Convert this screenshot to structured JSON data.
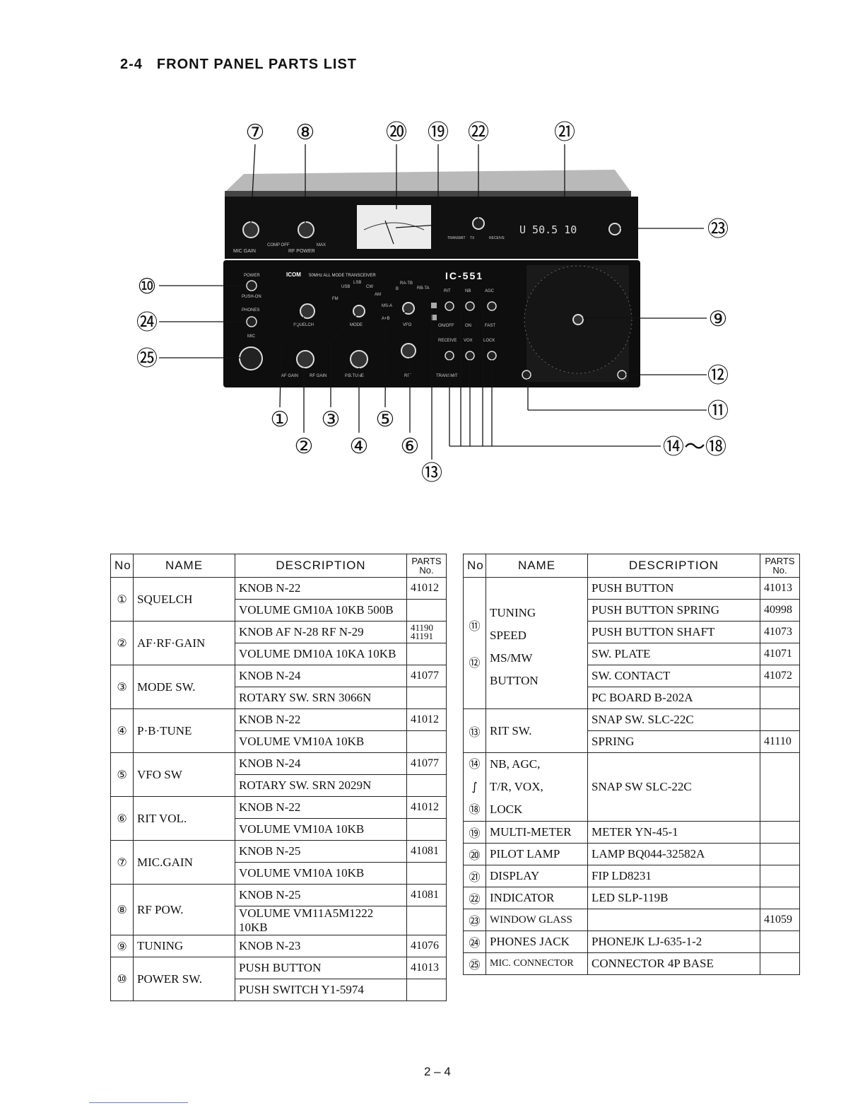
{
  "header": {
    "section": "2-4",
    "title": "FRONT PANEL PARTS LIST"
  },
  "figure": {
    "callouts": [
      "⑦",
      "⑧",
      "⑳",
      "⑲",
      "㉒",
      "㉑",
      "㉓",
      "⑩",
      "㉔",
      "㉕",
      "⑨",
      "⑫",
      "⑪",
      "⑭〜⑱",
      "①",
      "③",
      "⑤",
      "②",
      "④",
      "⑥",
      "⑬"
    ],
    "panel_labels": {
      "mic_gain": "MIC GAIN",
      "rf_power": "RF POWER",
      "comp_off": "COMP OFF",
      "max": "MAX",
      "power": "POWER",
      "push_on": "PUSH-ON",
      "phones": "PHONES",
      "mic": "MIC",
      "brand": "ICOM",
      "model_desc": "50MHz ALL MODE TRANSCEIVER",
      "model": "IC-551",
      "squelch": "SQUELCH",
      "mode": "MODE",
      "vfo": "VFO",
      "af_gain": "AF GAIN",
      "rf_gain": "RF GAIN",
      "pb_tune": "P.B.TUNE",
      "rit": "RIT",
      "nb": "NB",
      "agc": "AGC",
      "on_off": "ON/OFF",
      "on": "ON",
      "fast": "FAST",
      "receive": "RECEIVE",
      "vox": "VOX",
      "lock": "LOCK",
      "transmit": "TRANSMIT",
      "display": "U 50.5 10",
      "lsb": "LSB",
      "usb": "USB",
      "cw": "CW",
      "fm": "FM",
      "am": "AM",
      "ratb": "RA-TB",
      "rbta": "RB-TA",
      "msa": "MS-A",
      "a_b": "A+B",
      "b": "B",
      "tx": "TX",
      "rx": "RX"
    }
  },
  "table_headers": {
    "no": "No",
    "name": "NAME",
    "description": "DESCRIPTION",
    "parts": "PARTS",
    "parts_no": "No."
  },
  "left_table": [
    {
      "no": "①",
      "name": "SQUELCH",
      "rows": [
        {
          "desc": "KNOB N-22",
          "pn": "41012"
        },
        {
          "desc": "VOLUME GM10A 10KB 500B",
          "pn": ""
        }
      ]
    },
    {
      "no": "②",
      "name": "AF·RF·GAIN",
      "rows": [
        {
          "desc": "KNOB AF N-28 RF N-29",
          "pn": "41190 41191"
        },
        {
          "desc": "VOLUME DM10A 10KA 10KB",
          "pn": ""
        }
      ]
    },
    {
      "no": "③",
      "name": "MODE SW.",
      "rows": [
        {
          "desc": "KNOB N-24",
          "pn": "41077"
        },
        {
          "desc": "ROTARY SW. SRN 3066N",
          "pn": ""
        }
      ]
    },
    {
      "no": "④",
      "name": "P·B·TUNE",
      "rows": [
        {
          "desc": "KNOB N-22",
          "pn": "41012"
        },
        {
          "desc": "VOLUME VM10A 10KB",
          "pn": ""
        }
      ]
    },
    {
      "no": "⑤",
      "name": "VFO SW",
      "rows": [
        {
          "desc": "KNOB N-24",
          "pn": "41077"
        },
        {
          "desc": "ROTARY SW. SRN 2029N",
          "pn": ""
        }
      ]
    },
    {
      "no": "⑥",
      "name": "RIT VOL.",
      "rows": [
        {
          "desc": "KNOB N-22",
          "pn": "41012"
        },
        {
          "desc": "VOLUME VM10A 10KB",
          "pn": ""
        }
      ]
    },
    {
      "no": "⑦",
      "name": "MIC.GAIN",
      "rows": [
        {
          "desc": "KNOB N-25",
          "pn": "41081"
        },
        {
          "desc": "VOLUME VM10A 10KB",
          "pn": ""
        }
      ]
    },
    {
      "no": "⑧",
      "name": "RF POW.",
      "rows": [
        {
          "desc": "KNOB N-25",
          "pn": "41081"
        },
        {
          "desc": "VOLUME VM11A5M1222 10KB",
          "pn": ""
        }
      ]
    },
    {
      "no": "⑨",
      "name": "TUNING",
      "rows": [
        {
          "desc": "KNOB N-23",
          "pn": "41076"
        }
      ]
    },
    {
      "no": "⑩",
      "name": "POWER SW.",
      "rows": [
        {
          "desc": "PUSH BUTTON",
          "pn": "41013"
        },
        {
          "desc": "PUSH SWITCH Y1-5974",
          "pn": ""
        }
      ]
    }
  ],
  "right_table": {
    "group_11_12": {
      "no_top": "⑪",
      "no_bottom": "⑫",
      "name_lines": [
        "TUNING",
        "SPEED",
        "MS/MW",
        "BUTTON"
      ],
      "rows": [
        {
          "desc": "PUSH BUTTON",
          "pn": "41013"
        },
        {
          "desc": "PUSH BUTTON SPRING",
          "pn": "40998"
        },
        {
          "desc": "PUSH BUTTON SHAFT",
          "pn": "41073"
        },
        {
          "desc": "SW. PLATE",
          "pn": "41071"
        },
        {
          "desc": "SW. CONTACT",
          "pn": "41072"
        },
        {
          "desc": "PC BOARD B-202A",
          "pn": ""
        }
      ]
    },
    "group_13": {
      "no": "⑬",
      "name": "RIT SW.",
      "rows": [
        {
          "desc": "SNAP SW. SLC-22C",
          "pn": ""
        },
        {
          "desc": "SPRING",
          "pn": "41110"
        }
      ]
    },
    "group_14_18": {
      "no_top": "⑭",
      "no_mid": "∫",
      "no_bottom": "⑱",
      "name_lines": [
        "NB, AGC,",
        "T/R, VOX,",
        "LOCK"
      ],
      "desc": "SNAP SW SLC-22C",
      "pn": ""
    },
    "singles": [
      {
        "no": "⑲",
        "name": "MULTI-METER",
        "desc": "METER YN-45-1",
        "pn": ""
      },
      {
        "no": "⑳",
        "name": "PILOT LAMP",
        "desc": "LAMP BQ044-32582A",
        "pn": ""
      },
      {
        "no": "㉑",
        "name": "DISPLAY",
        "desc": "FIP LD8231",
        "pn": ""
      },
      {
        "no": "㉒",
        "name": "INDICATOR",
        "desc": "LED SLP-119B",
        "pn": ""
      },
      {
        "no": "㉓",
        "name": "WINDOW GLASS",
        "desc": "",
        "pn": "41059"
      },
      {
        "no": "㉔",
        "name": "PHONES JACK",
        "desc": "PHONEJK LJ-635-1-2",
        "pn": ""
      },
      {
        "no": "㉕",
        "name": "MIC. CONNECTOR",
        "desc": "CONNECTOR 4P BASE",
        "pn": ""
      }
    ]
  },
  "footer": {
    "page": "2 – 4"
  }
}
